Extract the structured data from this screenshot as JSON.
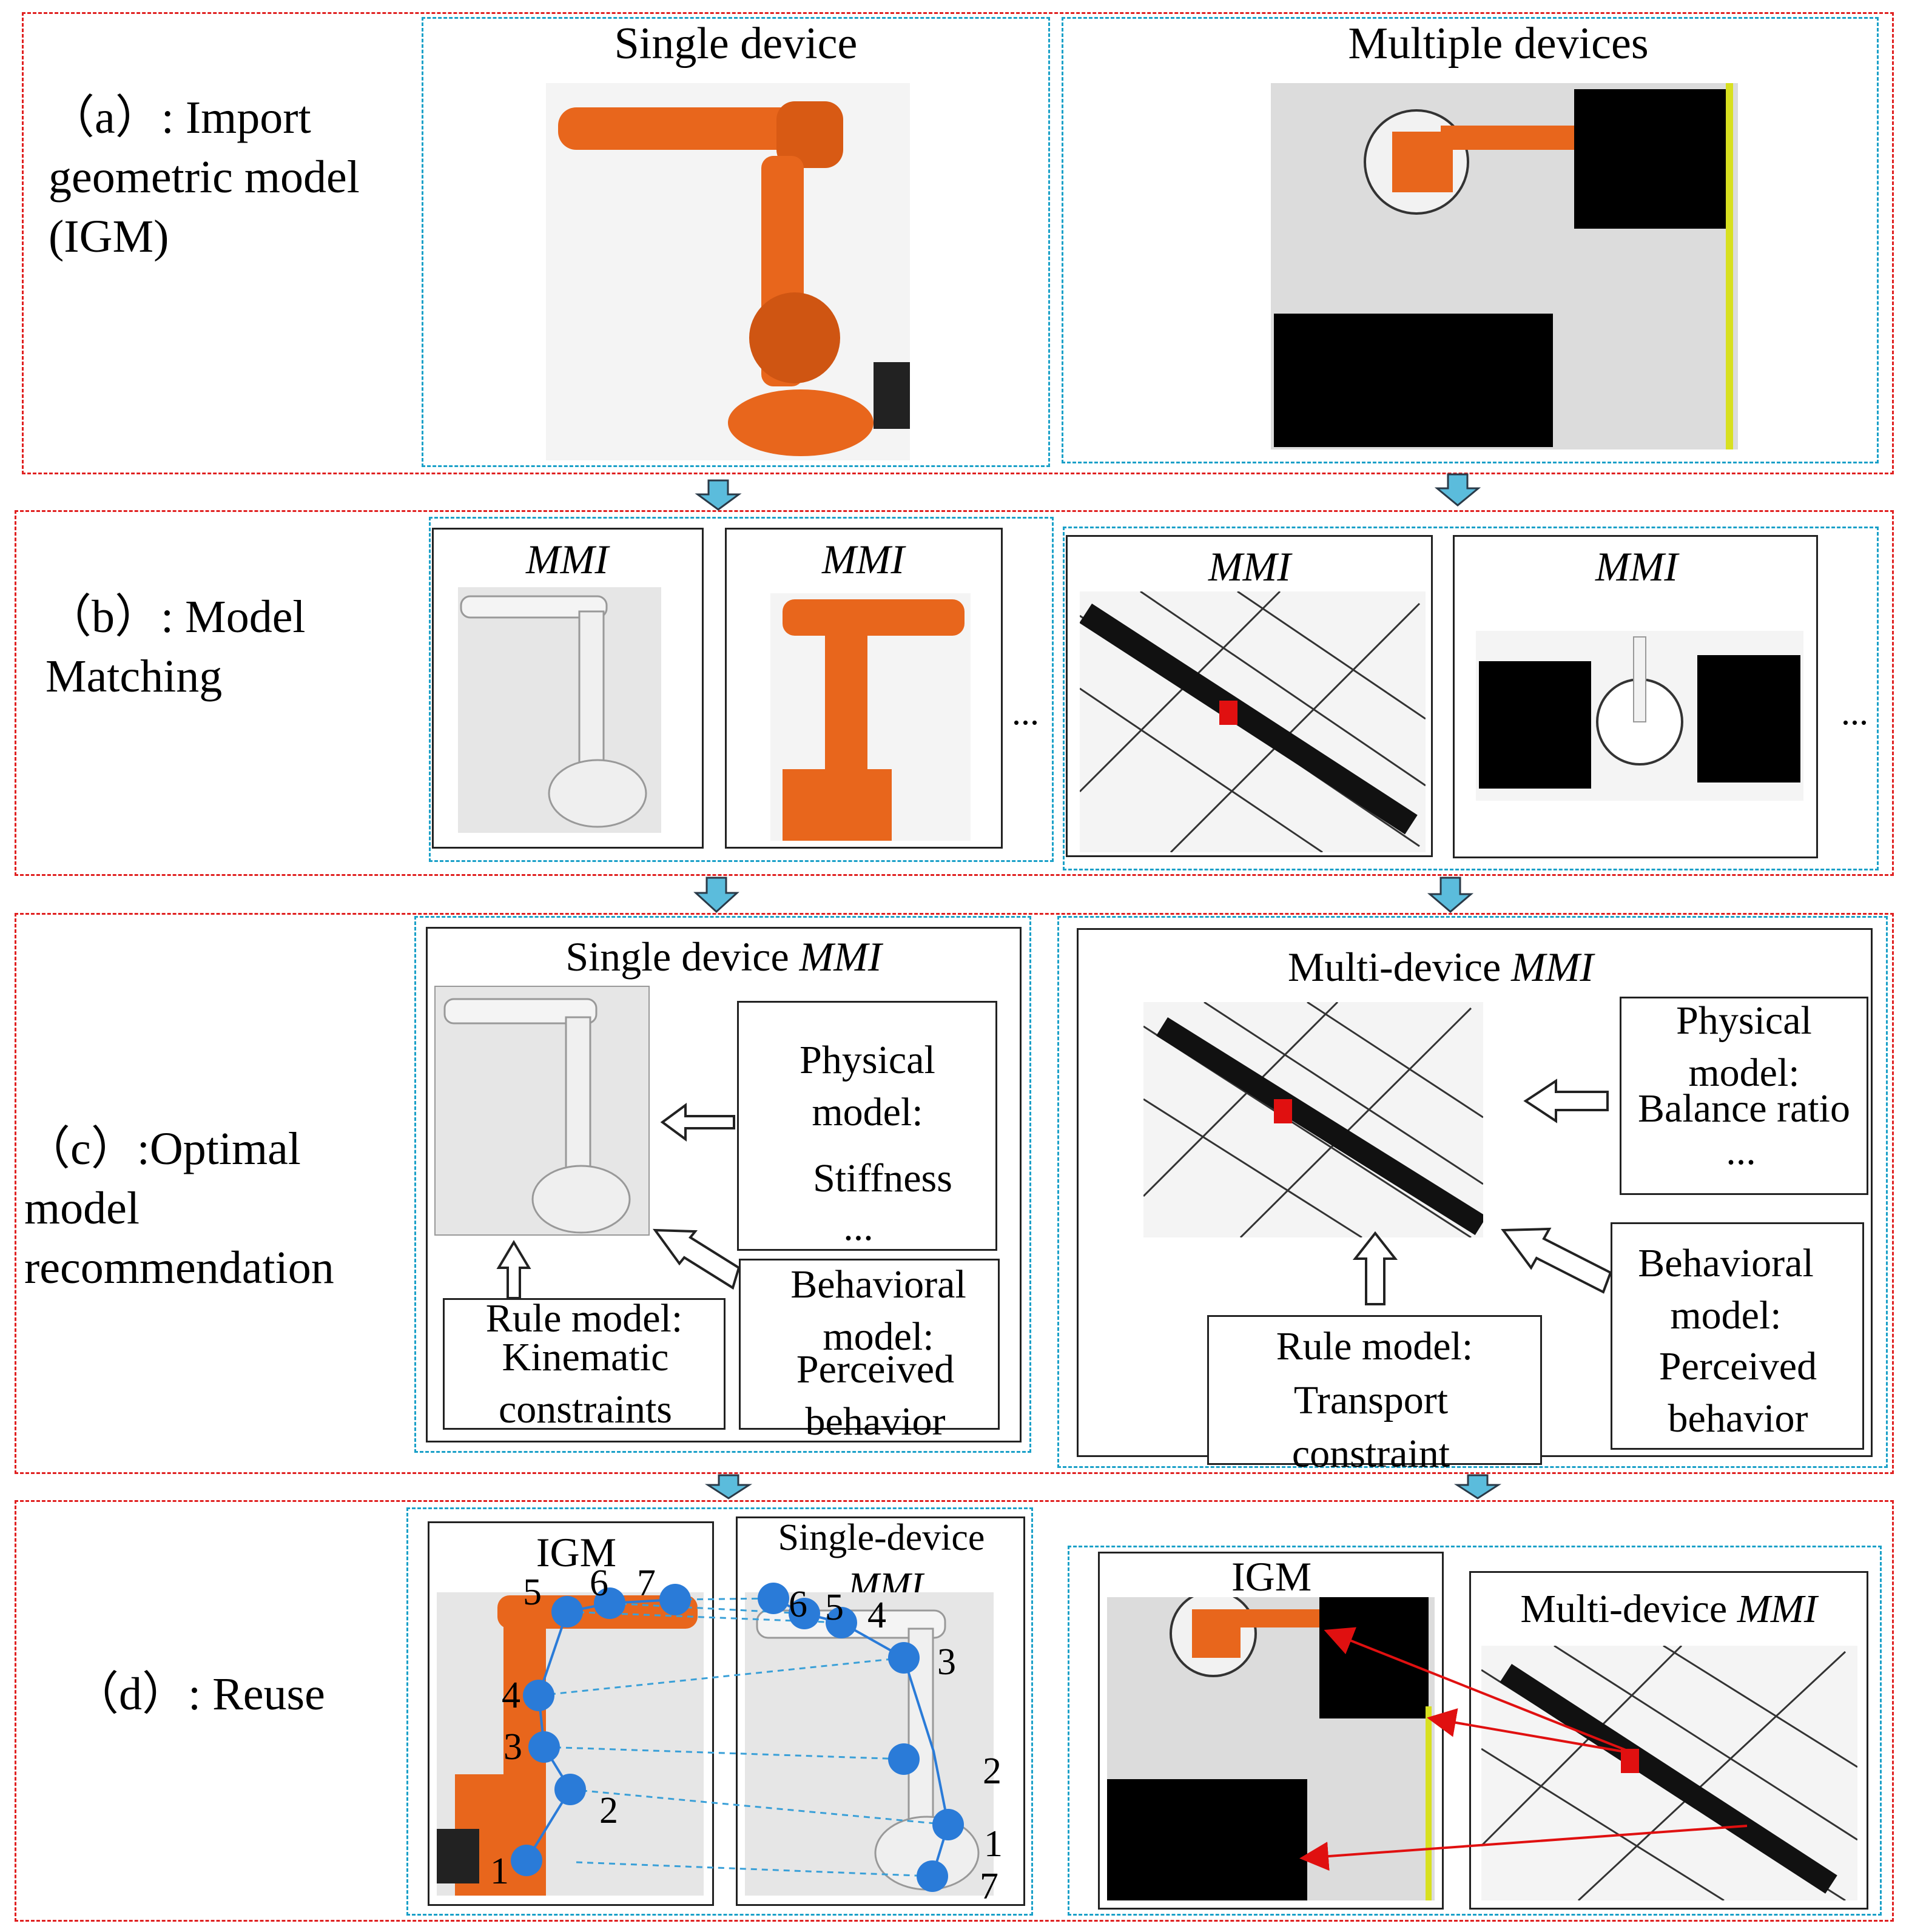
{
  "rows": {
    "a": {
      "label": "（a）: Import geometric model (IGM)"
    },
    "b": {
      "label": "（b）: Model Matching"
    },
    "c": {
      "label": "（c）:Optimal model recommendation"
    },
    "d": {
      "label": "（d）: Reuse"
    }
  },
  "row_a": {
    "left_title": "Single device",
    "right_title": "Multiple devices"
  },
  "row_b": {
    "mmi_label": "MMI",
    "ellipsis": "..."
  },
  "row_c": {
    "single": {
      "title_plain": "Single device ",
      "title_italic": "MMI",
      "physical": "Physical model:",
      "physical_value": "Stiffness",
      "physical_more": "...",
      "behavioral": "Behavioral model:",
      "behavioral_value": "Perceived behavior",
      "rule": "Rule model:",
      "rule_value": "Kinematic constraints"
    },
    "multi": {
      "title_plain": "Multi-device ",
      "title_italic": "MMI",
      "physical": "Physical model:",
      "physical_value": "Balance ratio",
      "physical_more": "...",
      "behavioral": "Behavioral model:",
      "behavioral_value": "Perceived behavior",
      "rule": "Rule model:",
      "rule_value": "Transport constraint"
    }
  },
  "row_d": {
    "igm_label": "IGM",
    "single_mmi_label_plain": "Single-device",
    "single_mmi_label_italic": "MMI",
    "multi_mmi_label_plain": "Multi-device ",
    "multi_mmi_label_italic": "MMI",
    "left_numbers": [
      "5",
      "6",
      "7",
      "4",
      "3",
      "2",
      "1"
    ],
    "right_numbers": [
      "6",
      "5",
      "4",
      "3",
      "2",
      "1",
      "7"
    ]
  },
  "colors": {
    "red_dash": "#e02020",
    "cyan_dash": "#1aa0c8",
    "arrow_fill": "#5bbcdc",
    "robot_orange": "#e8661c",
    "joint_blue": "#2a7bd8",
    "red_pointer": "#e01010"
  }
}
